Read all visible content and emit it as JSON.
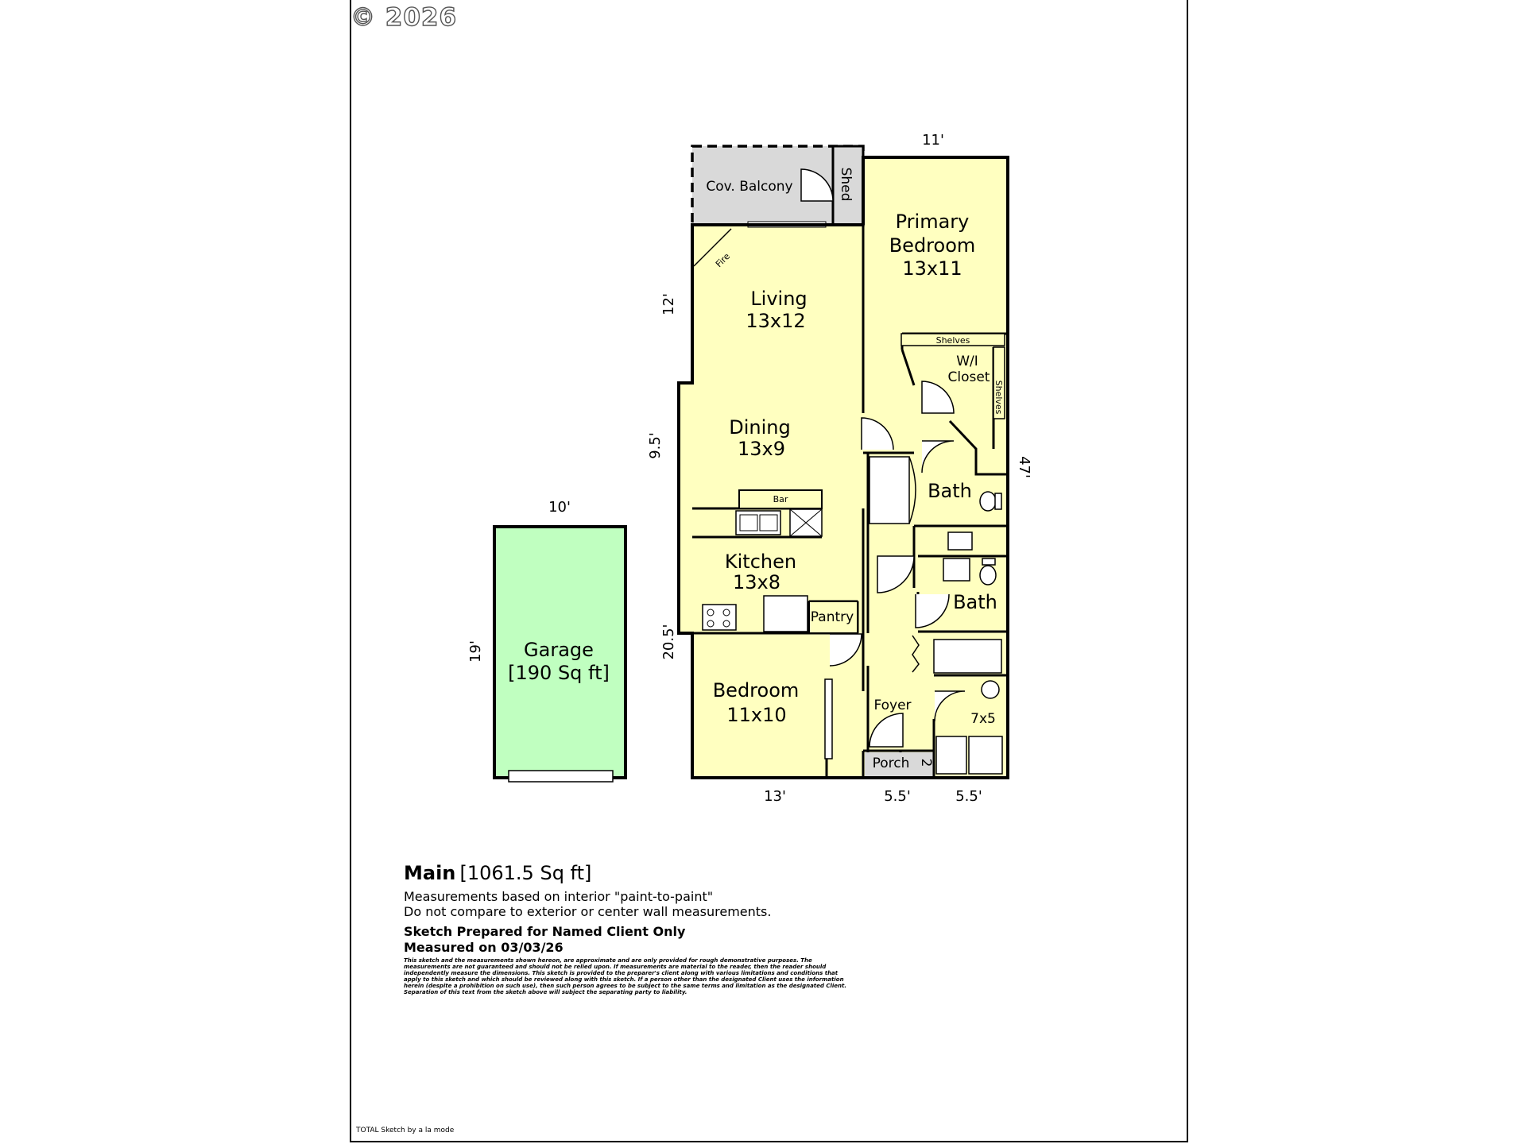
{
  "copyright": "© 2026",
  "rooms": {
    "balcony": "Cov. Balcony",
    "shed": "Shed",
    "primary_bedroom": {
      "line1": "Primary",
      "line2": "Bedroom",
      "size": "13x11"
    },
    "living": {
      "name": "Living",
      "size": "13x12"
    },
    "fire": "Fire",
    "shelves_top": "Shelves",
    "shelves_side": "Shelves",
    "wi_closet": {
      "line1": "W/I",
      "line2": "Closet"
    },
    "dining": {
      "name": "Dining",
      "size": "13x9"
    },
    "bar": "Bar",
    "bath1": "Bath",
    "kitchen": {
      "name": "Kitchen",
      "size": "13x8"
    },
    "pantry": "Pantry",
    "bath2": "Bath",
    "bedroom": {
      "name": "Bedroom",
      "size": "11x10"
    },
    "foyer": "Foyer",
    "laundry": "7x5",
    "porch": "Porch",
    "porch_dim": "2",
    "garage": {
      "name": "Garage",
      "area": "[190 Sq ft]"
    }
  },
  "dimensions": {
    "top": "11'",
    "living_side": "12'",
    "dining_side": "9.5'",
    "right_side": "47'",
    "left_lower": "20.5'",
    "bottom_left": "13'",
    "bottom_mid": "5.5'",
    "bottom_right": "5.5'",
    "garage_width": "10'",
    "garage_length": "19'"
  },
  "legend": {
    "title": "Main",
    "area": "[1061.5 Sq ft]",
    "note1": "Measurements based on interior \"paint-to-paint\"",
    "note2": "Do not compare to exterior or center wall measurements.",
    "prepared": "Sketch Prepared for Named Client Only",
    "measured": "Measured on 03/03/26",
    "disclaimer": "This sketch and the measurements shown hereon, are approximate and are only provided for rough demonstrative purposes. The measurements are not guaranteed and should not be relied upon. If measurements are material to the reader, then the reader should independently measure the dimensions. This sketch is provided to the preparer's client along with various limitations and conditions that apply to this sketch and which should be reviewed along with this sketch. If a person other than the designated Client uses the information herein (despite a prohibition on such use), then such person agrees to be subject to the same terms and limitation as the designated Client. Separation of this text from the sketch above will subject the separating party to liability."
  },
  "credit": "TOTAL Sketch by a la mode",
  "colors": {
    "room_fill": "#ffffc0",
    "garage_fill": "#c0ffc0",
    "balcony_fill": "#d9d9d9",
    "wall": "#000000"
  }
}
